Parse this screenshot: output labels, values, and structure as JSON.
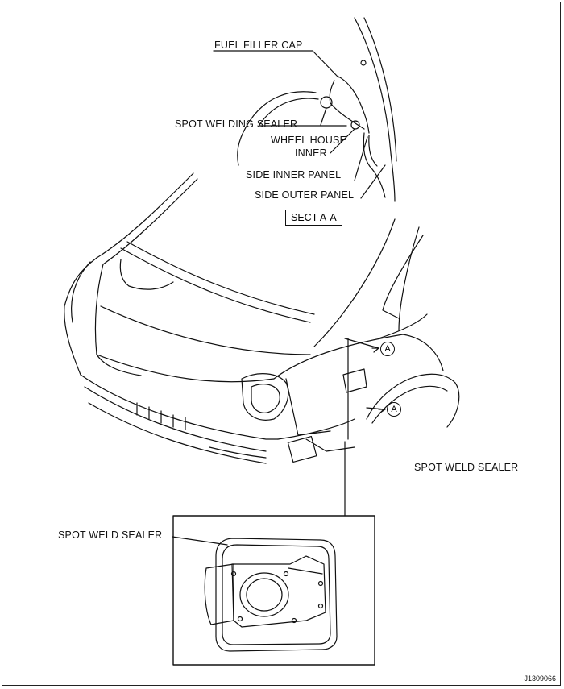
{
  "labels": {
    "fuel_filler_cap": "FUEL FILLER CAP",
    "spot_welding_sealer": "SPOT WELDING SEALER",
    "wheel_house_inner_1": "WHEEL HOUSE",
    "wheel_house_inner_2": "INNER",
    "side_inner_panel": "SIDE INNER PANEL",
    "side_outer_panel": "SIDE OUTER PANEL",
    "section": "SECT A-A",
    "section_marker_top": "A",
    "section_marker_bottom": "A",
    "spot_weld_sealer_right": "SPOT WELD SEALER",
    "spot_weld_sealer_left": "SPOT WELD SEALER",
    "figure_code": "J1309066"
  },
  "colors": {
    "line": "#111111",
    "background": "#ffffff"
  }
}
